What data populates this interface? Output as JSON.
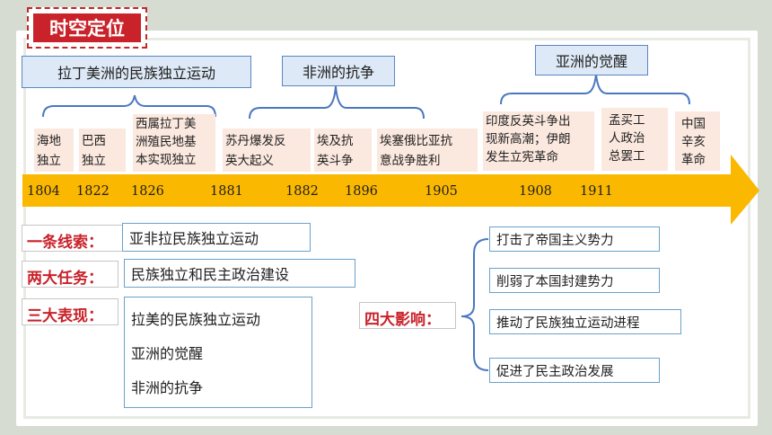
{
  "title": "时空定位",
  "regions": {
    "latin": "拉丁美洲的民族独立运动",
    "africa": "非洲的抗争",
    "asia": "亚洲的觉醒"
  },
  "events": [
    {
      "lines": [
        "海地",
        "独立"
      ]
    },
    {
      "lines": [
        "巴西",
        "独立"
      ]
    },
    {
      "lines": [
        "西属拉丁美",
        "洲殖民地基",
        "本实现独立"
      ]
    },
    {
      "lines": [
        "苏丹爆发反",
        "英大起义"
      ]
    },
    {
      "lines": [
        "埃及抗",
        "英斗争"
      ]
    },
    {
      "lines": [
        "埃塞俄比亚抗",
        "意战争胜利"
      ]
    },
    {
      "lines": [
        "印度反英斗争出",
        "现新高潮；伊朗",
        "发生立宪革命"
      ]
    },
    {
      "lines": [
        "孟买工",
        "人政治",
        "总罢工"
      ]
    },
    {
      "lines": [
        "中国",
        "辛亥",
        "革命"
      ]
    }
  ],
  "years": [
    "1804",
    "1822",
    "1826",
    "1881",
    "1882",
    "1896",
    "1905",
    "1908",
    "1911"
  ],
  "summary": {
    "clue_label": "一条线索：",
    "clue": "亚非拉民族独立运动",
    "tasks_label": "两大任务：",
    "tasks": "民族独立和民主政治建设",
    "manifest_label": "三大表现：",
    "manifest": [
      "拉美的民族独立运动",
      "亚洲的觉醒",
      "非洲的抗争"
    ],
    "impact_label": "四大影响：",
    "impacts": [
      "打击了帝国主义势力",
      "削弱了本国封建势力",
      "推动了民族独立运动进程",
      "促进了民主政治发展"
    ]
  },
  "colors": {
    "title_bg": "#c9222a",
    "timeline": "#fbb800",
    "caption_bg": "#dde9f6",
    "event_bg": "#fbe8df",
    "accent_text": "#c9222a"
  }
}
